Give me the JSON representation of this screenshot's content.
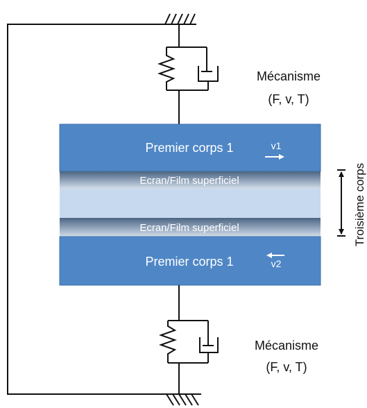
{
  "mechanism_top": {
    "title": "Mécanisme",
    "params": "(F, v, T)"
  },
  "mechanism_bottom": {
    "title": "Mécanisme",
    "params": "(F, v, T)"
  },
  "first_body_top": {
    "label": "Premier corps 1",
    "velocity": "v1"
  },
  "first_body_bottom": {
    "label": "Premier corps 1",
    "velocity": "v2"
  },
  "screen_film_top": "Ecran/Film superficiel",
  "screen_film_bottom": "Ecran/Film superficiel",
  "third_body_label": "Troisième corps",
  "colors": {
    "first_body": "#4f86c6",
    "first_body_border": "#3d70ad",
    "third_body": "#c7d9ef",
    "film_dark": "#5a6f88",
    "film_light": "#bcc9d8",
    "line": "#111111"
  }
}
